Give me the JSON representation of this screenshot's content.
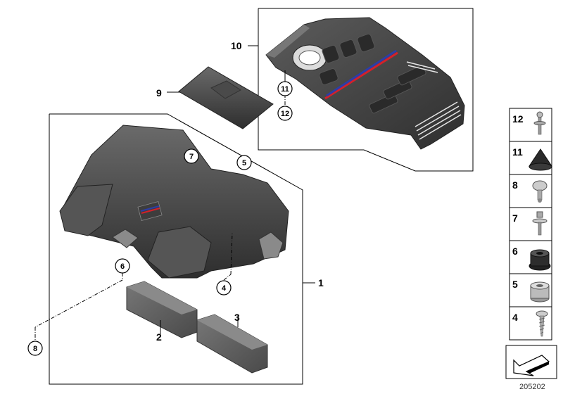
{
  "diagram": {
    "catalog_number": "205202",
    "parts": [
      {
        "id": "p1",
        "number": "1"
      },
      {
        "id": "p2",
        "number": "2"
      },
      {
        "id": "p3",
        "number": "3"
      },
      {
        "id": "p9",
        "number": "9"
      },
      {
        "id": "p10",
        "number": "10"
      }
    ],
    "callouts": [
      {
        "id": "c4",
        "number": "4"
      },
      {
        "id": "c5",
        "number": "5"
      },
      {
        "id": "c6",
        "number": "6"
      },
      {
        "id": "c7",
        "number": "7"
      },
      {
        "id": "c8",
        "number": "8"
      },
      {
        "id": "c11",
        "number": "11"
      },
      {
        "id": "c12",
        "number": "12"
      }
    ],
    "legend": [
      {
        "number": "12",
        "icon": "ball-stud-icon"
      },
      {
        "number": "11",
        "icon": "rubber-grommet-icon"
      },
      {
        "number": "8",
        "icon": "torx-screw-icon"
      },
      {
        "number": "7",
        "icon": "bolt-with-washer-icon"
      },
      {
        "number": "6",
        "icon": "rubber-mount-icon"
      },
      {
        "number": "5",
        "icon": "metal-nut-icon"
      },
      {
        "number": "4",
        "icon": "self-tapping-screw-icon"
      }
    ],
    "nav_icon": "arrow-navigation-icon",
    "colors": {
      "part_dark": "#3d3d3d",
      "part_mid": "#5a5a5a",
      "part_light": "#8a8a8a",
      "m_stripe_blue": "#2c3da8",
      "m_stripe_red": "#d4202a"
    }
  }
}
